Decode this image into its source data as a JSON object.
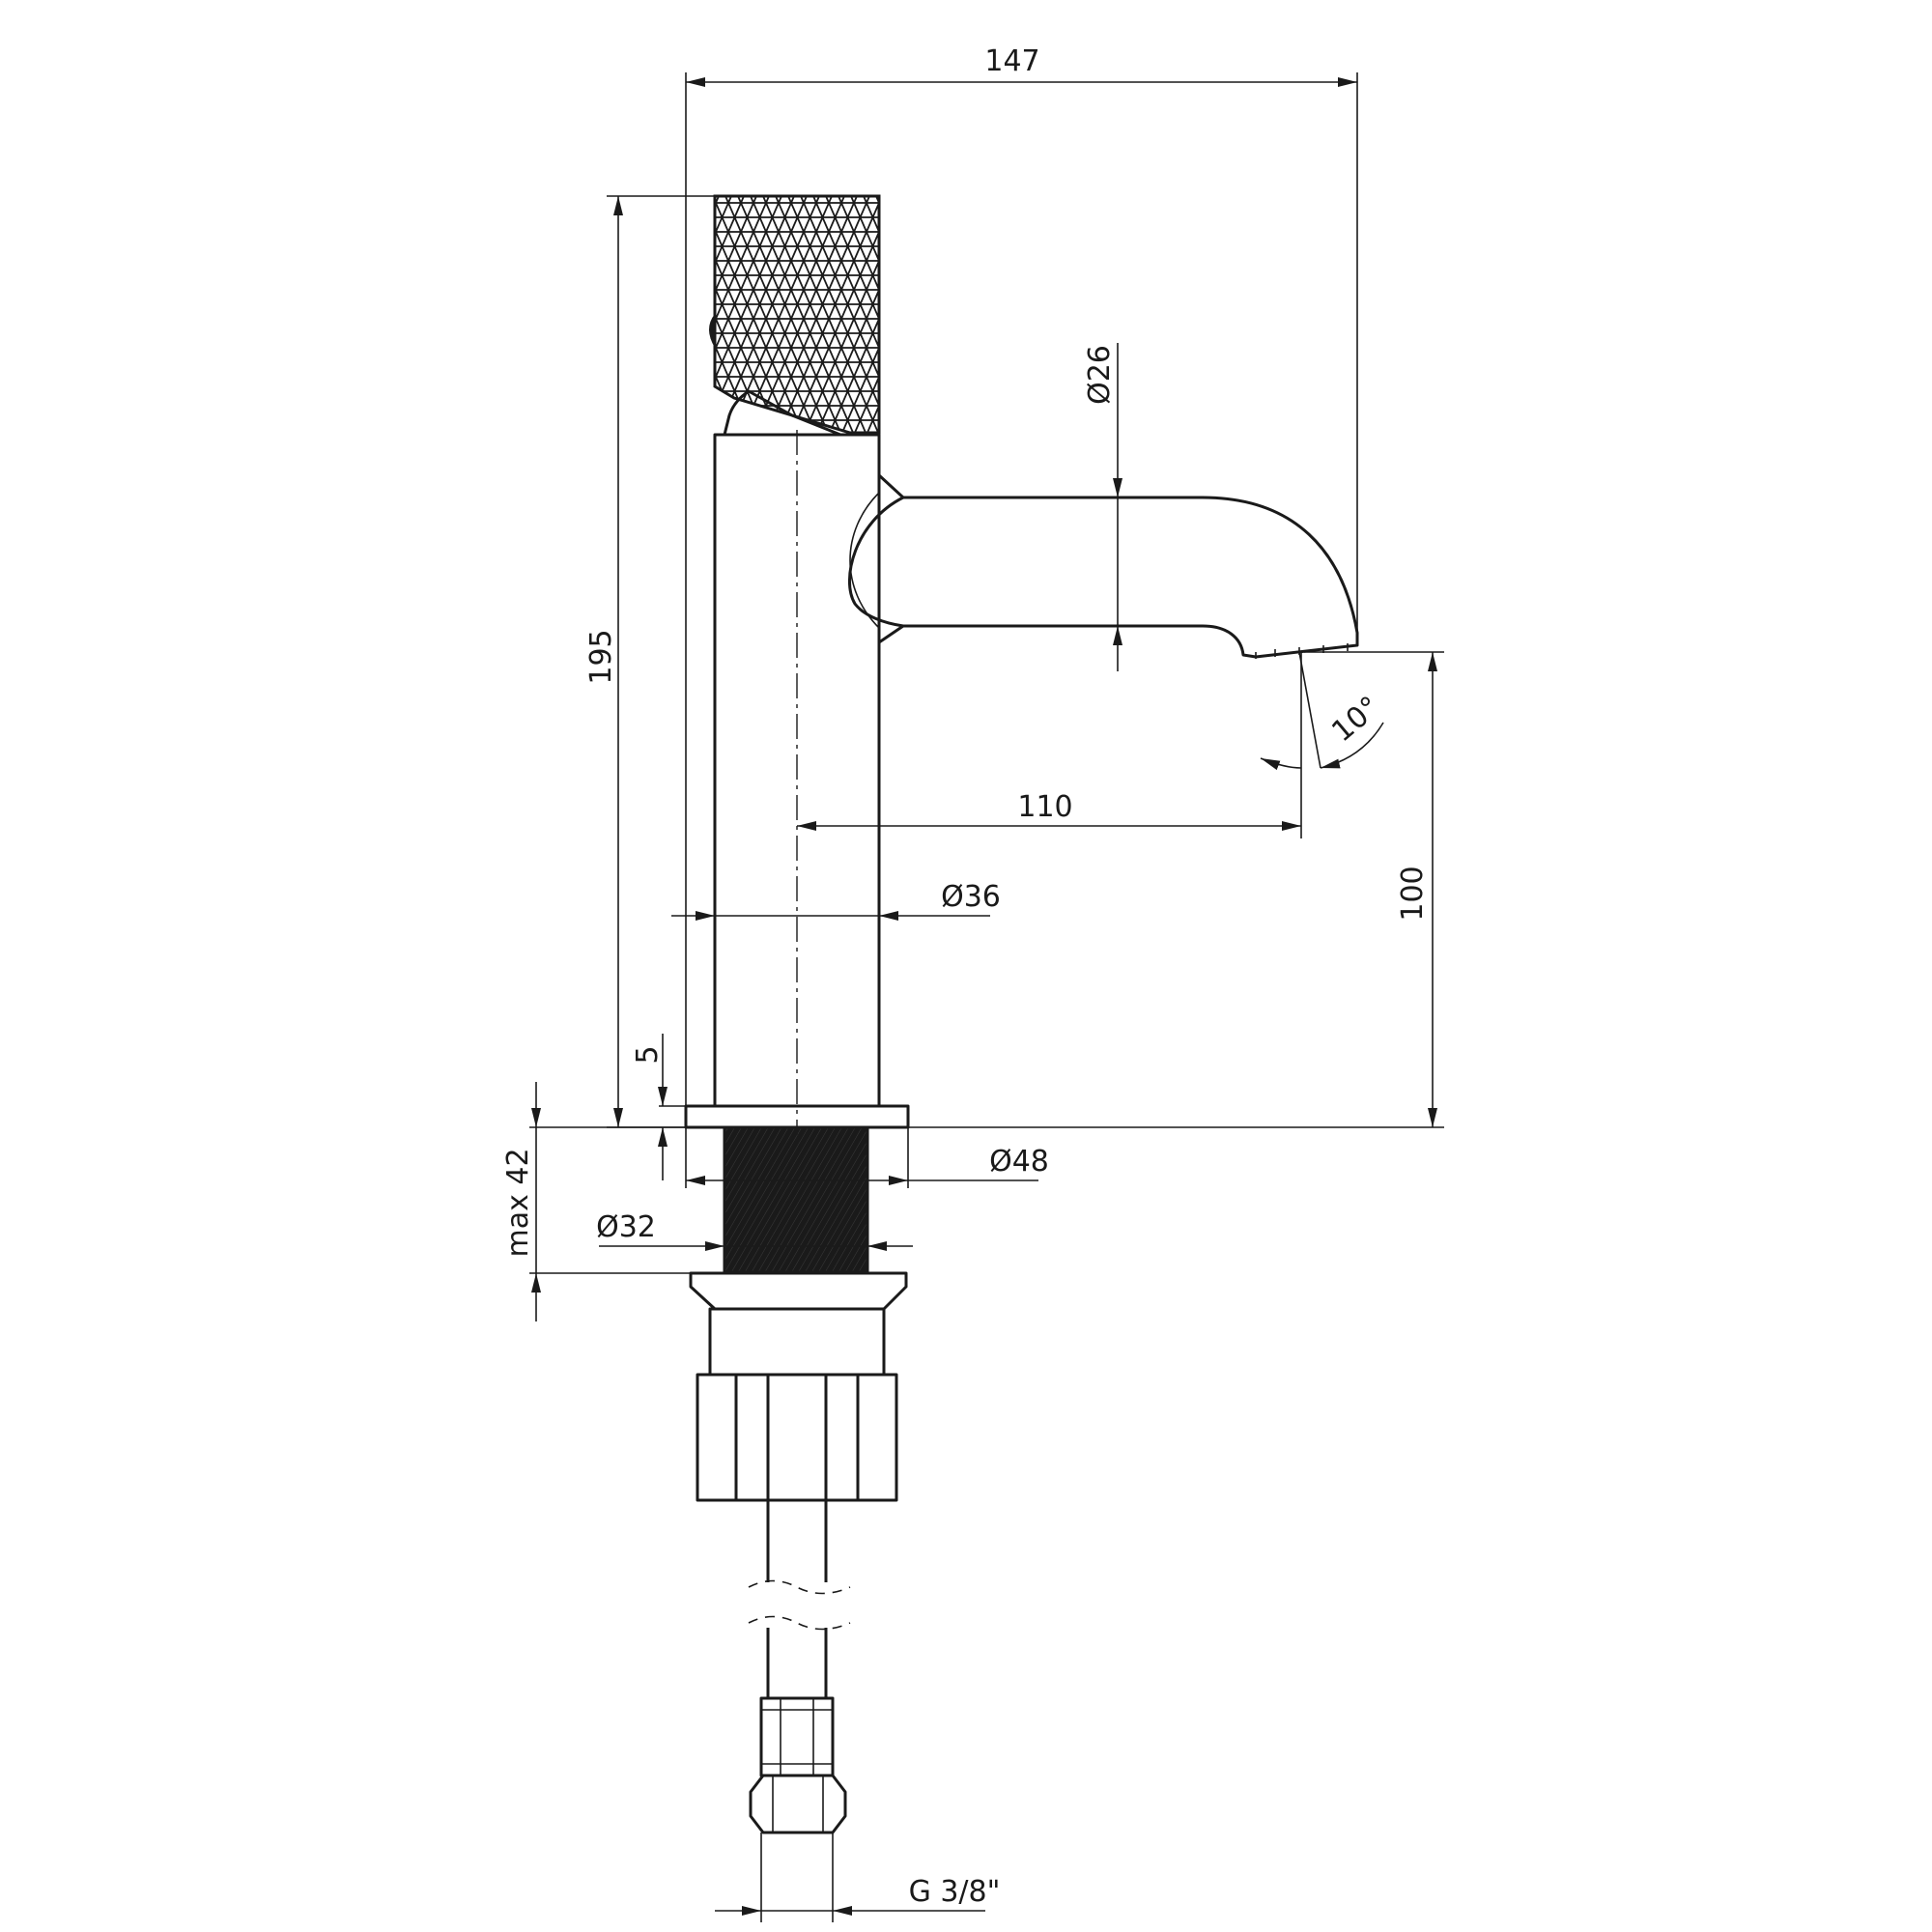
{
  "dimensions": {
    "overall_width": "147",
    "overall_height": "195",
    "spout_diameter": "Ø26",
    "spout_reach": "110",
    "spout_angle": "10°",
    "body_diameter": "Ø36",
    "spout_height": "100",
    "base_thickness": "5",
    "base_diameter": "Ø48",
    "max_deck_thickness": "max 42",
    "shank_diameter": "Ø32",
    "connection_thread": "G 3/8\""
  },
  "colors": {
    "line": "#1a1a1a",
    "background": "#ffffff"
  }
}
